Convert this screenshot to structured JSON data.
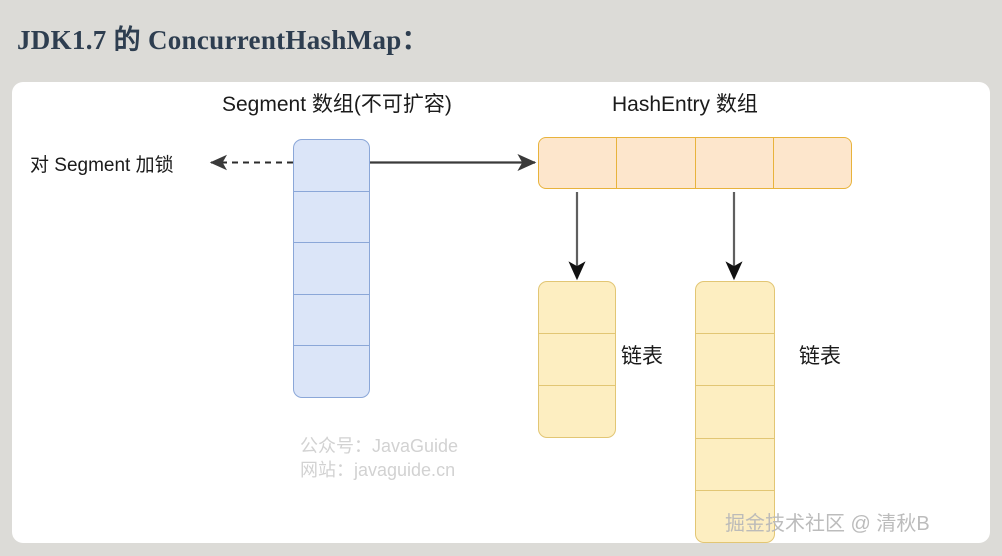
{
  "page": {
    "title": "JDK1.7 的 ConcurrentHashMap：",
    "background_color": "#dcdbd7",
    "card_color": "#ffffff",
    "title_color": "#2e3e50"
  },
  "diagram": {
    "segment_array": {
      "label": "Segment 数组(不可扩容)",
      "cell_count": 5,
      "fill_color": "#dbe5f8",
      "border_color": "#8ba7d8",
      "cells": [
        "",
        "",
        "",
        "",
        ""
      ]
    },
    "hashentry_array": {
      "label": "HashEntry 数组",
      "cell_count": 4,
      "fill_color": "#fde6cc",
      "border_color": "#e8b33c",
      "cells": [
        "",
        "",
        "",
        ""
      ]
    },
    "lock_label": "对 Segment 加锁",
    "linked_lists": [
      {
        "label": "链表",
        "cell_count": 3,
        "fill_color": "#fdeec1",
        "border_color": "#e2c674",
        "cells": [
          "",
          "",
          ""
        ]
      },
      {
        "label": "链表",
        "cell_count": 5,
        "fill_color": "#fdeec1",
        "border_color": "#e2c674",
        "cells": [
          "",
          "",
          "",
          "",
          ""
        ]
      }
    ],
    "connectors": [
      {
        "name": "segment-to-hashentry",
        "style": "solid",
        "direction": "right"
      },
      {
        "name": "segment-to-lock-label",
        "style": "dashed",
        "direction": "left"
      },
      {
        "name": "hashentry-cell1-to-list1",
        "style": "solid",
        "direction": "down"
      },
      {
        "name": "hashentry-cell3-to-list2",
        "style": "solid",
        "direction": "down"
      }
    ]
  },
  "attribution": {
    "line1": "公众号：JavaGuide",
    "line2": "网站：javaguide.cn",
    "color": "#d2d2d2"
  },
  "watermark": {
    "text": "掘金技术社区 @ 清秋B",
    "color": "#b9b9b9"
  }
}
